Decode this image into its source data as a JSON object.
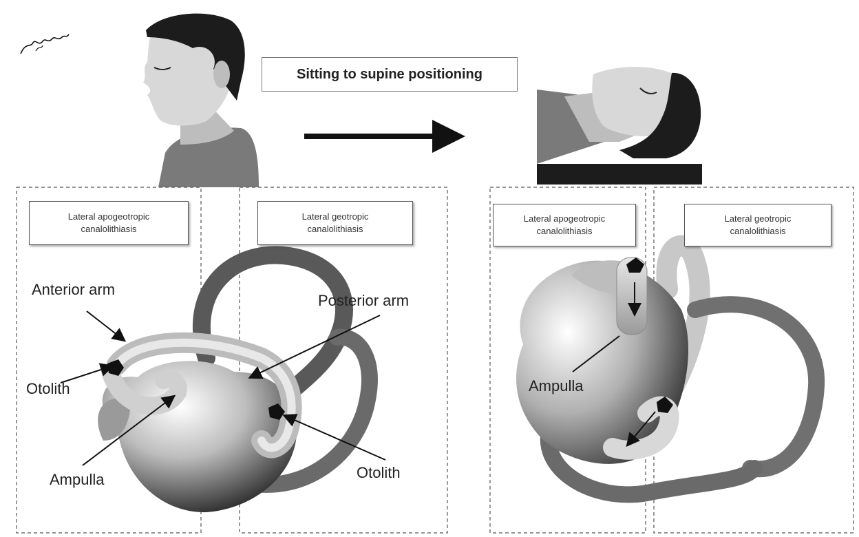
{
  "title": "Sitting to supine positioning",
  "signature_text": "Ryosuke Imai",
  "panels": {
    "sitting": {
      "left_label": {
        "line1": "Lateral apogeotropic",
        "line2": "canalolithiasis"
      },
      "right_label": {
        "line1": "Lateral geotropic",
        "line2": "canalolithiasis"
      }
    },
    "supine": {
      "left_label": {
        "line1": "Lateral apogeotropic",
        "line2": "canalolithiasis"
      },
      "right_label": {
        "line1": "Lateral geotropic",
        "line2": "canalolithiasis"
      }
    }
  },
  "annotations": {
    "anterior_arm": "Anterior arm",
    "posterior_arm": "Posterior arm",
    "otolith_left": "Otolith",
    "ampulla_left": "Ampulla",
    "otolith_right": "Otolith",
    "ampulla_supine": "Ampulla"
  },
  "colors": {
    "hair": "#1c1c1c",
    "skin": "#d8d8d8",
    "neck": "#bdbdbd",
    "shirt": "#7a7a7a",
    "canal_light": "#f2f2f2",
    "canal_dark": "#5a5a5a",
    "otolith": "#111111"
  }
}
